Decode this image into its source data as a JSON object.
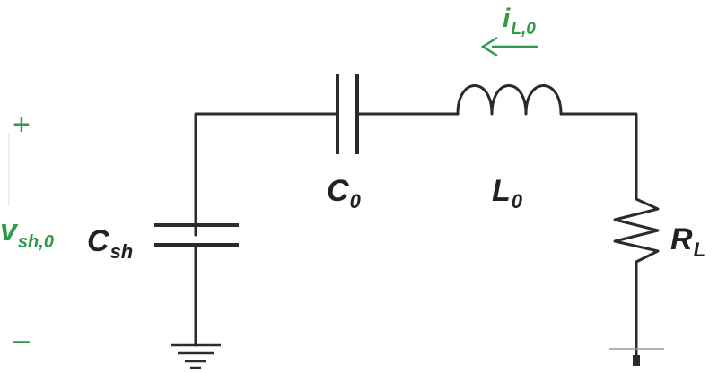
{
  "colors": {
    "wire": "#2b2b2b",
    "label": "#222222",
    "accent": "#2e9a4a"
  },
  "source": {
    "symbol": "v",
    "subscript": "sh,0",
    "plus": "+",
    "minus": "–"
  },
  "components": {
    "c_sh": {
      "symbol": "C",
      "subscript": "sh"
    },
    "c_0": {
      "symbol": "C",
      "subscript": "0"
    },
    "l_0": {
      "symbol": "L",
      "subscript": "0"
    },
    "r_l": {
      "symbol": "R",
      "subscript": "L"
    }
  },
  "current": {
    "symbol": "i",
    "subscript": "L,0",
    "direction": "left"
  }
}
